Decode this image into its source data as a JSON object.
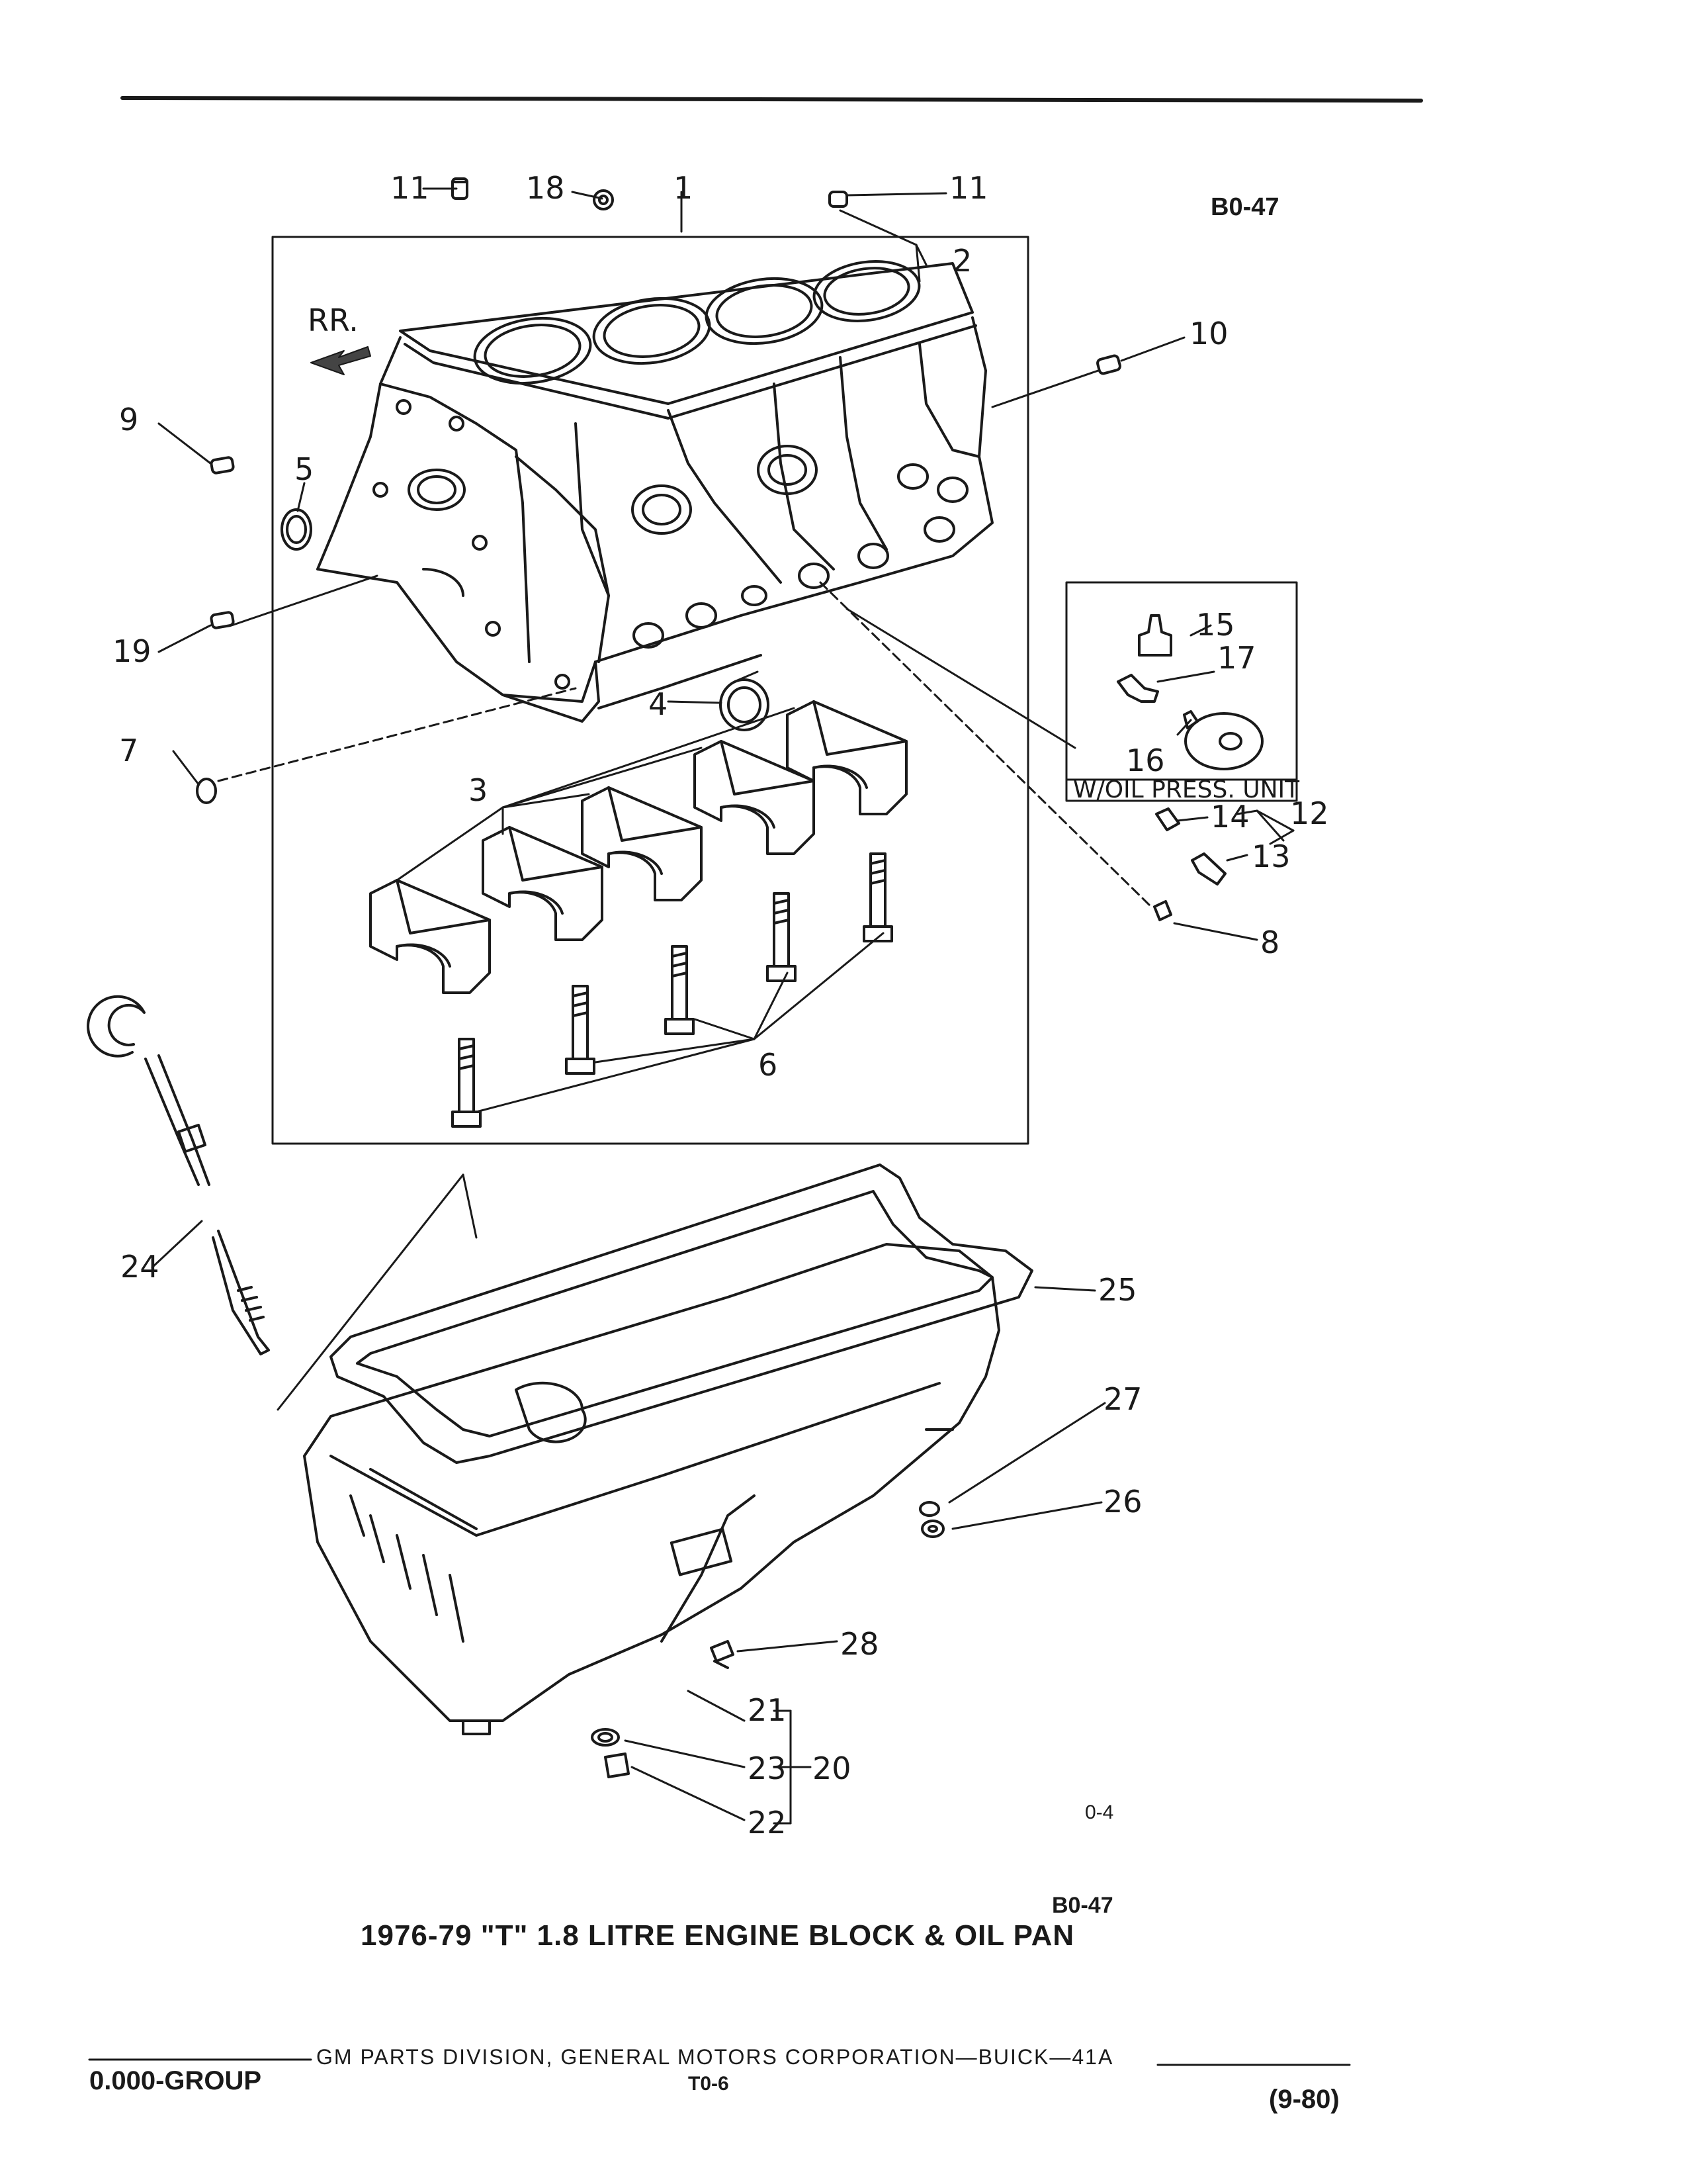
{
  "header": {
    "code": "B0-47"
  },
  "diagram": {
    "direction_label": "RR.",
    "inset_caption": "W/OIL PRESS. UNIT",
    "labels": {
      "p1": "1",
      "p2": "2",
      "p3": "3",
      "p4": "4",
      "p5": "5",
      "p6": "6",
      "p7": "7",
      "p8": "8",
      "p9": "9",
      "p10": "10",
      "p11a": "11",
      "p11b": "11",
      "p12": "12",
      "p13": "13",
      "p14": "14",
      "p15": "15",
      "p16": "16",
      "p17": "17",
      "p18": "18",
      "p19": "19",
      "p20": "20",
      "p21": "21",
      "p22": "22",
      "p23": "23",
      "p24": "24",
      "p25": "25",
      "p26": "26",
      "p27": "27",
      "p28": "28"
    },
    "figure_ref": "0-4",
    "code_bottom": "B0-47",
    "title": "1976-79 \"T\" 1.8 LITRE ENGINE BLOCK & OIL PAN"
  },
  "footer": {
    "group": "0.000-GROUP",
    "division": "GM PARTS DIVISION, GENERAL MOTORS CORPORATION—BUICK—41A",
    "page": "T0-6",
    "date": "(9-80)"
  }
}
